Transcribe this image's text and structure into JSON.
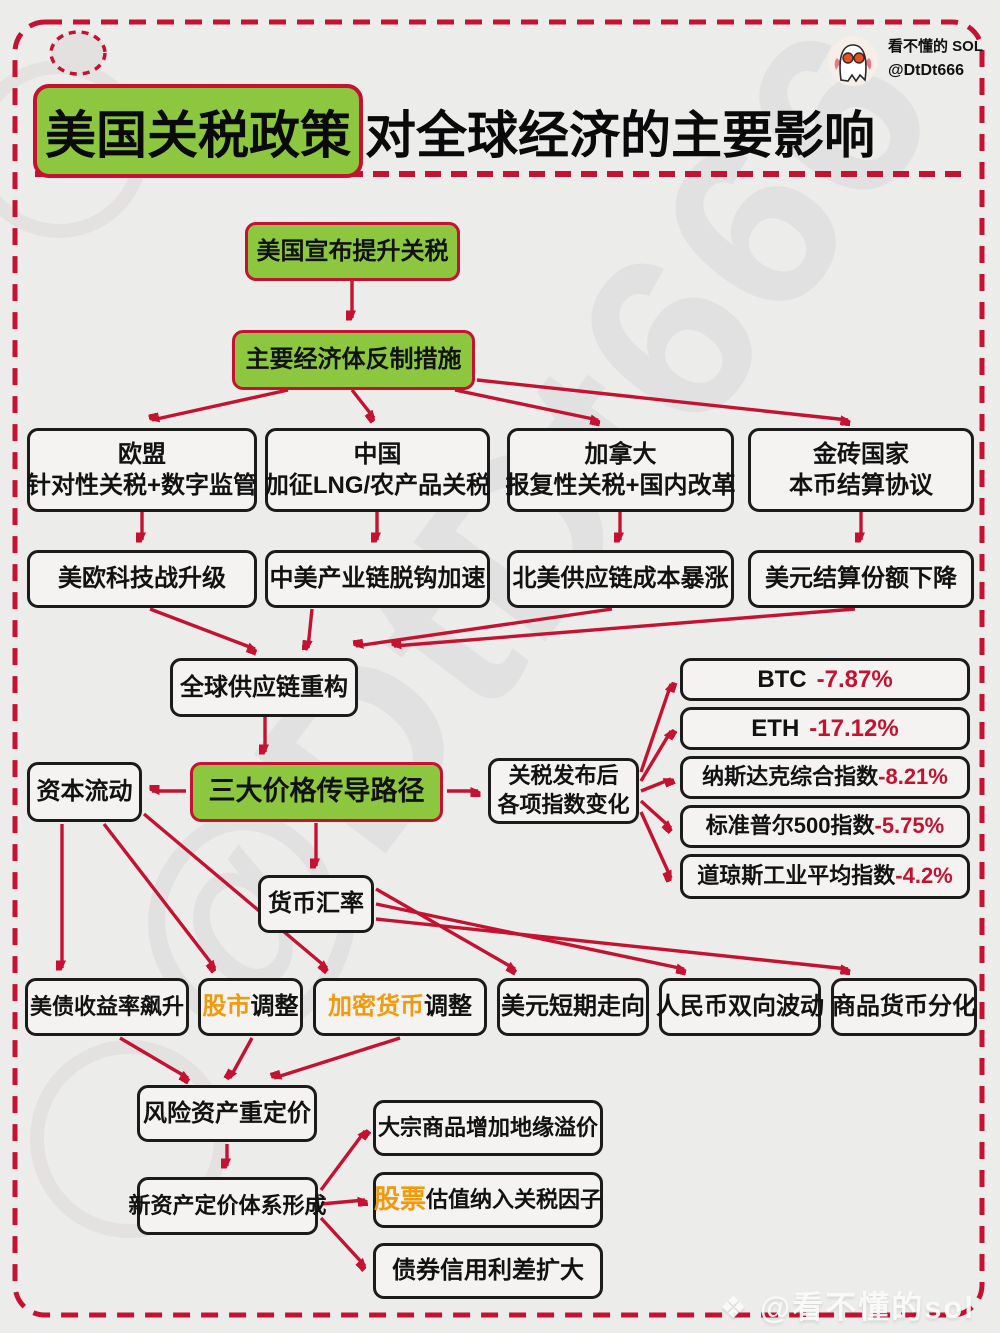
{
  "page": {
    "bg_color": "#ececeb",
    "accent_red": "#c41230",
    "accent_green": "#8dc63f",
    "accent_orange": "#f2990c"
  },
  "header": {
    "author": "看不懂的 SOL",
    "handle": "@DtDt666",
    "avatar": "ghost-avatar"
  },
  "title": {
    "highlight": "美国关税政策",
    "rest": "对全球经济的主要影响"
  },
  "watermark": {
    "diagonal": "@DtDt666",
    "footer_icon": "❖",
    "footer": "@看不懂的sol"
  },
  "nodes": {
    "announce": {
      "label": "美国宣布提升关税"
    },
    "counter": {
      "label": "主要经济体反制措施"
    },
    "eu": {
      "line1": "欧盟",
      "line2": "针对性关税+数字监管"
    },
    "cn": {
      "line1": "中国",
      "line2": "加征LNG/农产品关税"
    },
    "ca": {
      "line1": "加拿大",
      "line2": "报复性关税+国内改革"
    },
    "brics": {
      "line1": "金砖国家",
      "line2": "本币结算协议"
    },
    "eu_effect": {
      "label": "美欧科技战升级"
    },
    "cn_effect": {
      "label": "中美产业链脱钩加速"
    },
    "ca_effect": {
      "label": "北美供应链成本暴涨"
    },
    "brics_effect": {
      "label": "美元结算份额下降"
    },
    "supply": {
      "label": "全球供应链重构"
    },
    "paths": {
      "label": "三大价格传导路径"
    },
    "capital": {
      "label": "资本流动"
    },
    "index_change": {
      "line1": "关税发布后",
      "line2": "各项指数变化"
    },
    "btc": {
      "label": "BTC",
      "value": "-7.87%"
    },
    "eth": {
      "label": "ETH",
      "value": "-17.12%"
    },
    "nasdaq": {
      "label": "纳斯达克综合指数",
      "value": "-8.21%"
    },
    "sp500": {
      "label": "标准普尔500指数",
      "value": "-5.75%"
    },
    "dow": {
      "label": "道琼斯工业平均指数",
      "value": "-4.2%"
    },
    "fx": {
      "label": "货币汇率"
    },
    "bonds": {
      "label": "美债收益率飙升"
    },
    "stocks": {
      "highlight": "股市",
      "rest": "调整"
    },
    "crypto": {
      "highlight": "加密货币",
      "rest": "调整"
    },
    "usd": {
      "label": "美元短期走向"
    },
    "rmb": {
      "label": "人民币双向波动"
    },
    "commodity_fx": {
      "label": "商品货币分化"
    },
    "repricing": {
      "label": "风险资产重定价"
    },
    "new_pricing": {
      "label": "新资产定价体系形成"
    },
    "geo_premium": {
      "label": "大宗商品增加地缘溢价"
    },
    "equity_factor": {
      "highlight": "股票",
      "rest": "估值纳入关税因子"
    },
    "credit_spread": {
      "label": "债券信用利差扩大"
    }
  }
}
